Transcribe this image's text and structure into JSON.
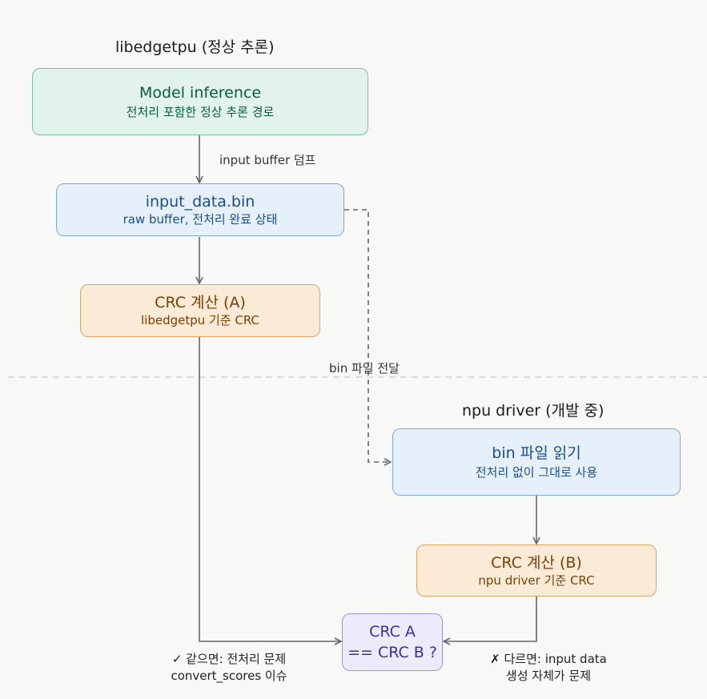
{
  "sections": {
    "top_title": "libedgetpu (정상 추론)",
    "bottom_title": "npu driver (개발 중)"
  },
  "nodes": {
    "model_inference": {
      "title": "Model inference",
      "subtitle": "전처리 포함한 정상 추론 경로"
    },
    "input_data": {
      "title": "input_data.bin",
      "subtitle": "raw buffer, 전처리 완료 상태"
    },
    "crc_a": {
      "title": "CRC 계산 (A)",
      "subtitle": "libedgetpu 기준 CRC"
    },
    "bin_read": {
      "title": "bin 파일 읽기",
      "subtitle": "전처리 없이 그대로 사용"
    },
    "crc_b": {
      "title": "CRC 계산 (B)",
      "subtitle": "npu driver 기준 CRC"
    },
    "compare": {
      "line1": "CRC A",
      "line2": "== CRC B ?"
    }
  },
  "edges": {
    "dump": "input buffer 덤프",
    "transfer": "bin 파일 전달"
  },
  "outcomes": {
    "same": {
      "line1": "✓ 같으면: 전처리 문제",
      "line2": "convert_scores 이슈"
    },
    "different": {
      "line1": "✗ 다르면: input data",
      "line2": "생성 자체가 문제"
    }
  },
  "colors": {
    "green_fill": "#e2f3ec",
    "blue_fill": "#e6f0fb",
    "orange_fill": "#fbebd6",
    "purple_fill": "#ecebfb",
    "arrow": "#666666",
    "divider": "#cfcfcf"
  }
}
